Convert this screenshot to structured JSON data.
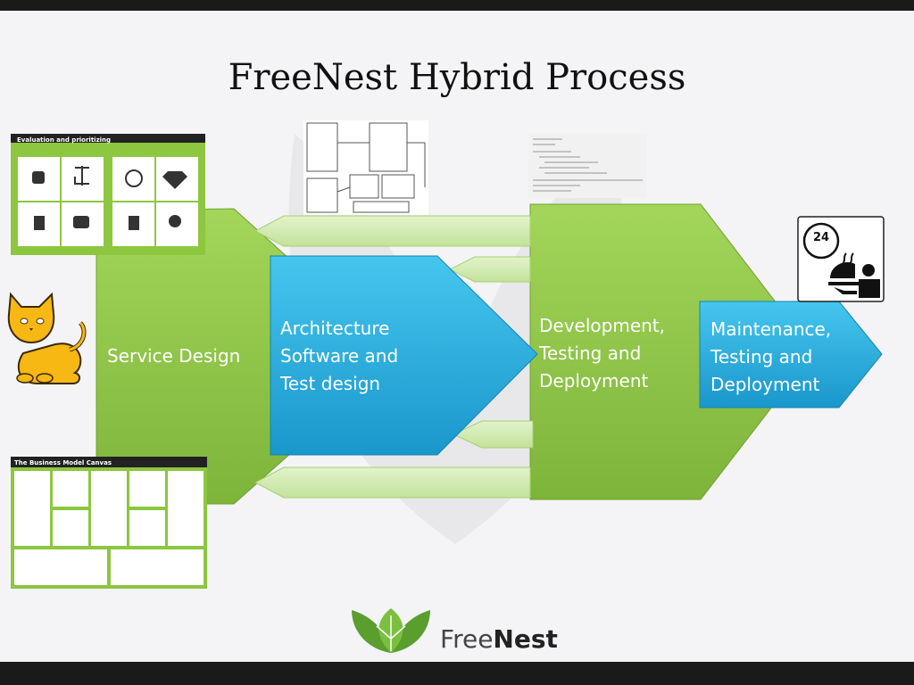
{
  "slide": {
    "title": "FreeNest Hybrid Process",
    "phases": {
      "service_design": "Service Design",
      "architecture": [
        "Architecture",
        "Software and",
        "Test design"
      ],
      "development": [
        "Development,",
        "Testing and",
        "Deployment"
      ],
      "maintenance": [
        "Maintenance,",
        "Testing and",
        "Deployment"
      ]
    },
    "thumbnails": {
      "evaluation_title": "Evaluation and prioritizing",
      "canvas_title": "The Business Model Canvas"
    },
    "support_badge": "24",
    "logo": {
      "prefix": "Free",
      "suffix": "Nest"
    }
  },
  "colors": {
    "green": "#8dc63f",
    "light_green": "#cdeaa6",
    "blue": "#29b6e6",
    "dark_bar": "#1a1a1a"
  }
}
